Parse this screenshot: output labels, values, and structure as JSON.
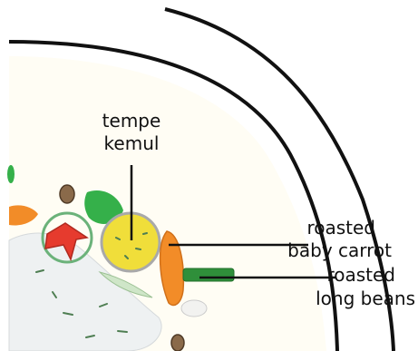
{
  "labels": {
    "tempe_line1": "tempe",
    "tempe_line2": "kemul",
    "carrot_line1": "roasted",
    "carrot_line2": "baby carrot",
    "beans_line1": "roasted",
    "beans_line2": "long beans"
  },
  "colors": {
    "plate_outline": "#111111",
    "plate_fill": "#fffdf4",
    "carrot": "#f28c28",
    "beans": "#2f8f3a",
    "tempe": "#f0de3a",
    "tomato": "#e63b2e",
    "leaf": "#35b04a",
    "rice": "#eef1f2"
  }
}
